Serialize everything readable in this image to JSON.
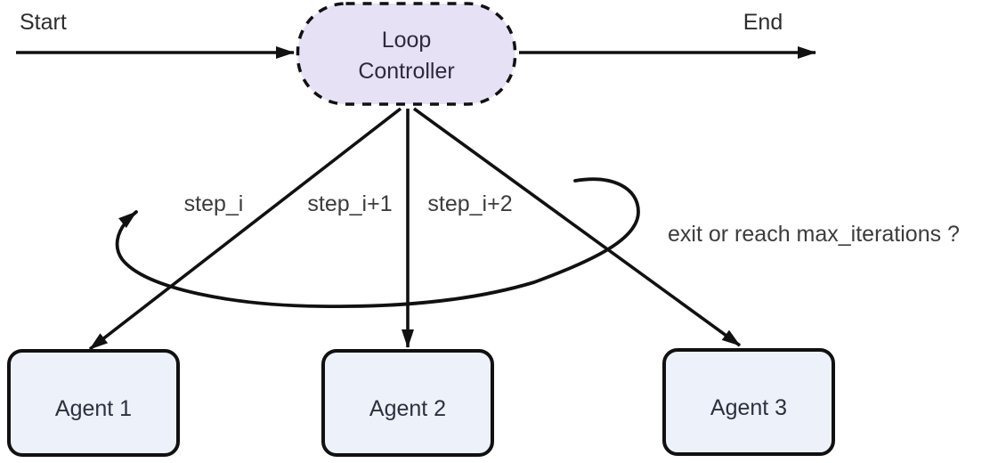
{
  "diagram": {
    "start_label": "Start",
    "end_label": "End",
    "controller": {
      "label": "Loop Controller",
      "label_lines": [
        "Loop",
        "Controller"
      ],
      "fill": "#e7e1f6",
      "border": "#111111",
      "border_style": "dashed"
    },
    "edge_labels": [
      "step_i",
      "step_i+1",
      "step_i+2"
    ],
    "loop_label": "exit or reach max_iterations ?",
    "agents": [
      {
        "label": "Agent 1"
      },
      {
        "label": "Agent 2"
      },
      {
        "label": "Agent 3"
      }
    ],
    "colors": {
      "line": "#111111",
      "agent_fill": "#edf1f9",
      "controller_fill": "#e7e1f6",
      "controller_text": "#2e2a3c",
      "agent_text": "#2b3140",
      "label_text": "#3c3c3c"
    }
  }
}
